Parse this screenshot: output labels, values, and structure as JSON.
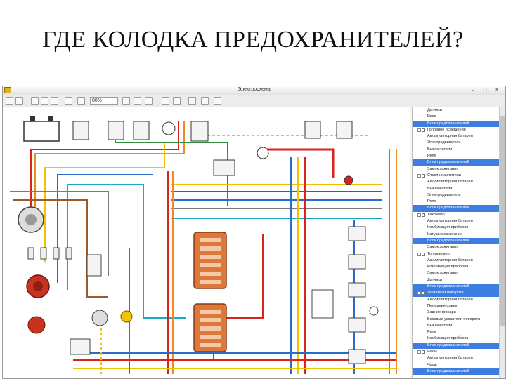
{
  "slide": {
    "title": "ГДЕ КОЛОДКА ПРЕДОХРАНИТЕЛЕЙ?"
  },
  "window": {
    "title": "Электросхема"
  },
  "toolbar": {
    "zoom_value": "80%"
  },
  "tree": {
    "items": [
      {
        "label": "Датчики",
        "level": 1,
        "selected": false
      },
      {
        "label": "Реле",
        "level": 1,
        "selected": false
      },
      {
        "label": "Блок предохранителей",
        "level": 1,
        "selected": true
      },
      {
        "label": "Головное освещение",
        "level": 0,
        "selected": false
      },
      {
        "label": "Аккумуляторная батарея",
        "level": 1,
        "selected": false
      },
      {
        "label": "Электродвигатели",
        "level": 1,
        "selected": false
      },
      {
        "label": "Выключатели",
        "level": 1,
        "selected": false
      },
      {
        "label": "Реле",
        "level": 1,
        "selected": false
      },
      {
        "label": "Блок предохранителей",
        "level": 1,
        "selected": true
      },
      {
        "label": "Замок зажигания",
        "level": 1,
        "selected": false
      },
      {
        "label": "Стеклоочистители",
        "level": 0,
        "selected": false
      },
      {
        "label": "Аккумуляторная батарея",
        "level": 1,
        "selected": false
      },
      {
        "label": "Выключатели",
        "level": 1,
        "selected": false
      },
      {
        "label": "Электродвигатели",
        "level": 1,
        "selected": false
      },
      {
        "label": "Реле",
        "level": 1,
        "selected": false
      },
      {
        "label": "Блок предохранителей",
        "level": 1,
        "selected": true
      },
      {
        "label": "Тахометр",
        "level": 0,
        "selected": false
      },
      {
        "label": "Аккумуляторная батарея",
        "level": 1,
        "selected": false
      },
      {
        "label": "Комбинация приборов",
        "level": 1,
        "selected": false
      },
      {
        "label": "Катушка зажигания",
        "level": 1,
        "selected": false
      },
      {
        "label": "Блок предохранителей",
        "level": 1,
        "selected": true
      },
      {
        "label": "Замок зажигания",
        "level": 1,
        "selected": false
      },
      {
        "label": "Топливомер",
        "level": 0,
        "selected": false
      },
      {
        "label": "Аккумуляторная батарея",
        "level": 1,
        "selected": false
      },
      {
        "label": "Комбинация приборов",
        "level": 1,
        "selected": false
      },
      {
        "label": "Замок зажигания",
        "level": 1,
        "selected": false
      },
      {
        "label": "Датчики",
        "level": 1,
        "selected": false
      },
      {
        "label": "Блок предохранителей",
        "level": 1,
        "selected": true
      },
      {
        "label": "Указатели поворота",
        "level": 0,
        "selected": true
      },
      {
        "label": "Аккумуляторная батарея",
        "level": 1,
        "selected": false
      },
      {
        "label": "Передние фары",
        "level": 1,
        "selected": false
      },
      {
        "label": "Задние фонари",
        "level": 1,
        "selected": false
      },
      {
        "label": "Боковые указатели поворота",
        "level": 1,
        "selected": false
      },
      {
        "label": "Выключатели",
        "level": 1,
        "selected": false
      },
      {
        "label": "Реле",
        "level": 1,
        "selected": false
      },
      {
        "label": "Комбинация приборов",
        "level": 1,
        "selected": false
      },
      {
        "label": "Блок предохранителей",
        "level": 1,
        "selected": true
      },
      {
        "label": "Часы",
        "level": 0,
        "selected": false
      },
      {
        "label": "Аккумуляторная батарея",
        "level": 1,
        "selected": false
      },
      {
        "label": "Часы",
        "level": 1,
        "selected": false
      },
      {
        "label": "Блок предохранителей",
        "level": 1,
        "selected": true
      }
    ]
  },
  "colors": {
    "selection": "#3d7de0",
    "wire_red": "#d9241c",
    "wire_yellow": "#f2c200",
    "wire_orange": "#f08a1e",
    "wire_blue": "#2a6cc9",
    "wire_cyan": "#18a9c7",
    "fuse_block": "#e0773a",
    "distributor": "#c9321e"
  }
}
